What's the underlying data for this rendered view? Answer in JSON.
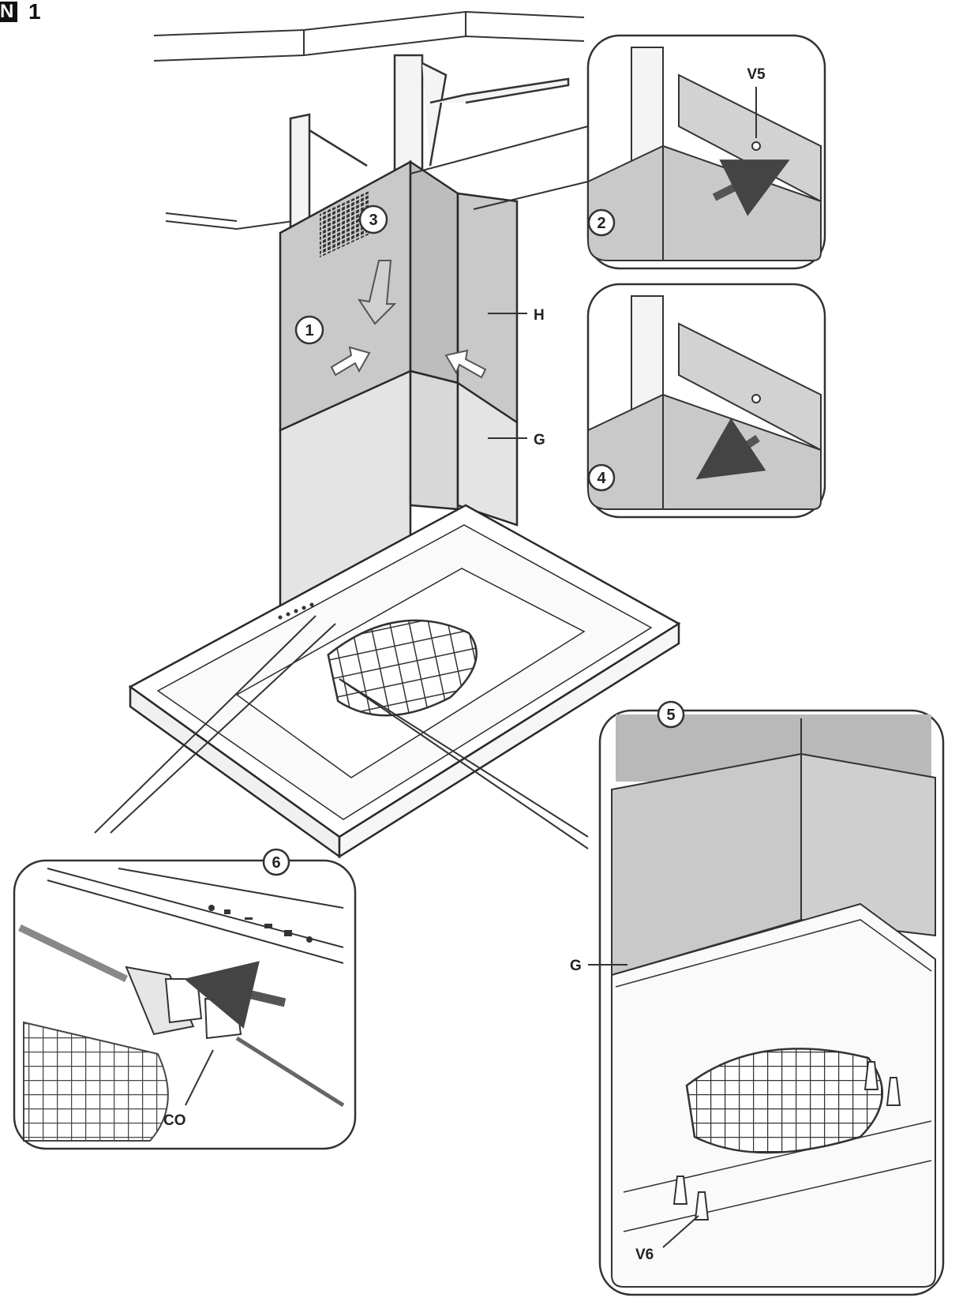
{
  "header": {
    "badge": "N",
    "figure_number": "1"
  },
  "steps": [
    "1",
    "2",
    "3",
    "4",
    "5",
    "6"
  ],
  "labels": {
    "H": "H",
    "G_main": "G",
    "G_detail": "G",
    "V5": "V5",
    "V6": "V6",
    "CO": "CO"
  },
  "colors": {
    "panel": "#c9c9c9",
    "panel_dark": "#b4b4b4",
    "line": "#2a2a2a",
    "background": "#ffffff"
  }
}
